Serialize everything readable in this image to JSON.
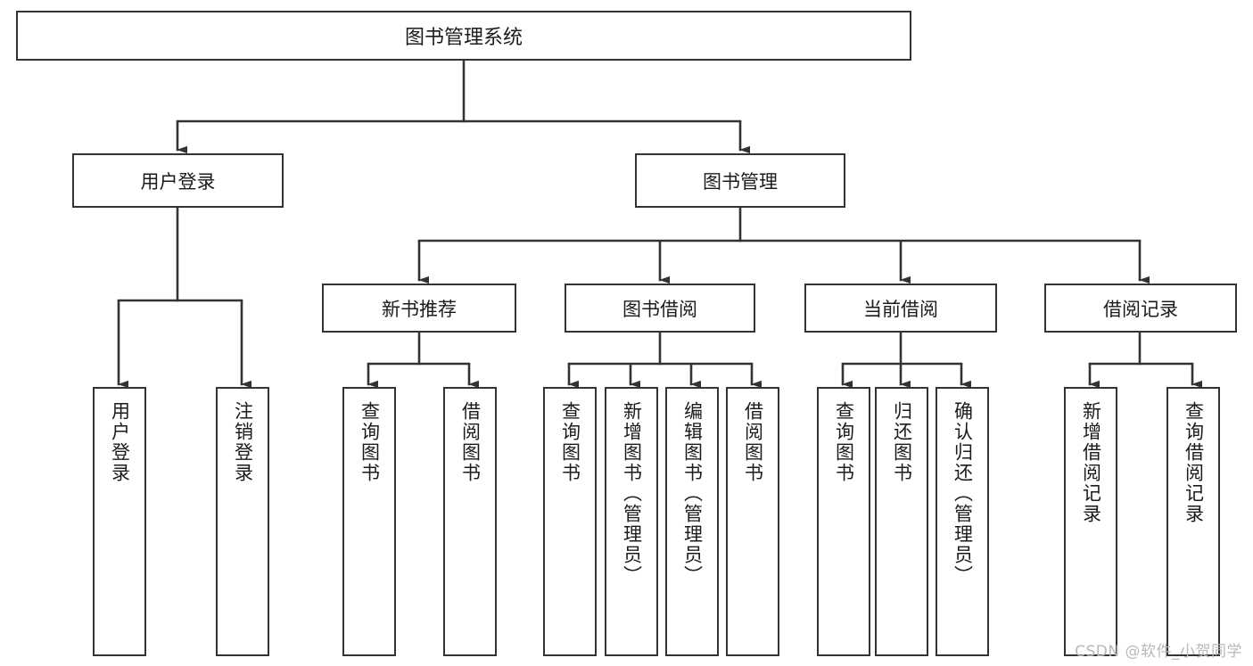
{
  "diagram": {
    "title": "图书管理系统",
    "type": "tree-hierarchy",
    "watermark": "CSDN @软件_小贺同学",
    "colors": {
      "background": "#ffffff",
      "stroke": "#333333",
      "text": "#1b1b1b",
      "watermark": "#b9b9b9"
    },
    "root": {
      "label": "图书管理系统"
    },
    "level2": [
      {
        "label": "用户登录"
      },
      {
        "label": "图书管理"
      }
    ],
    "level3": [
      {
        "label": "新书推荐"
      },
      {
        "label": "图书借阅"
      },
      {
        "label": "当前借阅"
      },
      {
        "label": "借阅记录"
      }
    ],
    "leaves": {
      "user_login": [
        {
          "label": "用户登录"
        },
        {
          "label": "注销登录"
        }
      ],
      "new_book_recommend": [
        {
          "label": "查询图书"
        },
        {
          "label": "借阅图书"
        }
      ],
      "book_borrow": [
        {
          "label": "查询图书"
        },
        {
          "label": "新增图书（管理员）"
        },
        {
          "label": "编辑图书（管理员）"
        },
        {
          "label": "借阅图书"
        }
      ],
      "current_borrow": [
        {
          "label": "查询图书"
        },
        {
          "label": "归还图书"
        },
        {
          "label": "确认归还（管理员）"
        }
      ],
      "borrow_record": [
        {
          "label": "新增借阅记录"
        },
        {
          "label": "查询借阅记录"
        }
      ]
    }
  }
}
